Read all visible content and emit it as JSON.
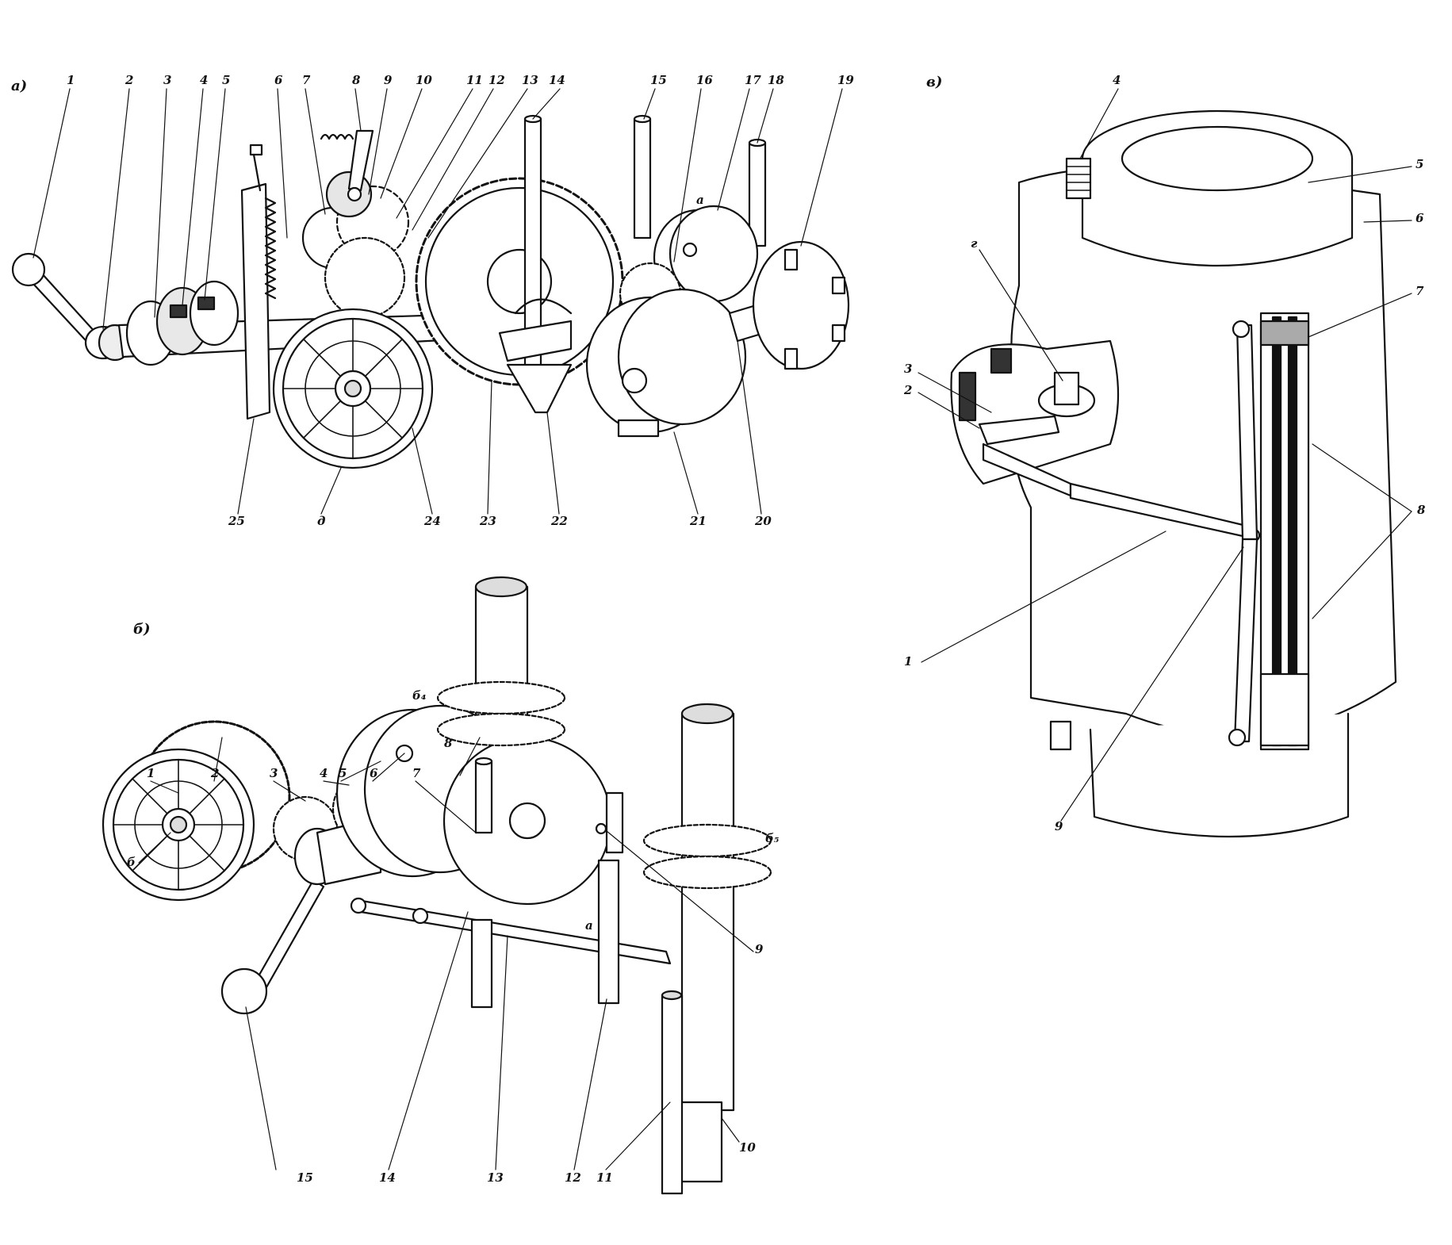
{
  "panel_a": {
    "letter": "а)",
    "numbers": [
      "1",
      "2",
      "3",
      "4",
      "5",
      "6",
      "7",
      "8",
      "9",
      "10",
      "11",
      "12",
      "13",
      "14",
      "15",
      "16",
      "17",
      "18",
      "19",
      "20",
      "21",
      "22",
      "23",
      "24",
      "25"
    ],
    "letter_labels": {
      "a": "а",
      "d": "д"
    }
  },
  "panel_b": {
    "letter": "б)",
    "numbers": [
      "1",
      "2",
      "3",
      "4",
      "5",
      "6",
      "7",
      "8",
      "9",
      "10",
      "11",
      "12",
      "13",
      "14",
      "15"
    ],
    "letter_labels": {
      "b": "б",
      "a": "а",
      "b4": "б₄",
      "b5": "б₅"
    }
  },
  "panel_v": {
    "letter": "в)",
    "numbers": [
      "1",
      "2",
      "3",
      "4",
      "5",
      "6",
      "7",
      "8",
      "9"
    ],
    "letter_labels": {
      "g": "г"
    }
  },
  "colors": {
    "ink": "#111111",
    "paper": "#ffffff",
    "shade": "#cfcfcf"
  }
}
